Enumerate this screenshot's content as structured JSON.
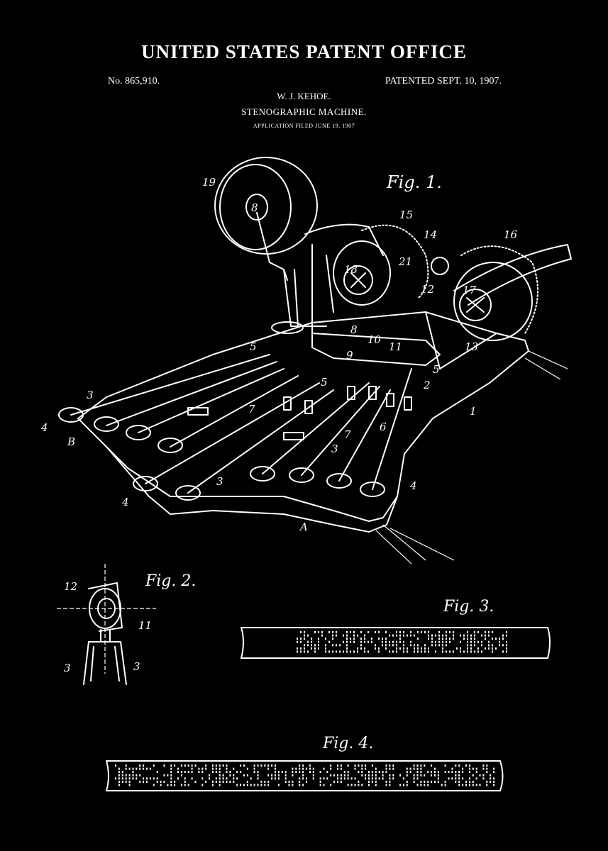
{
  "header": {
    "office": "UNITED STATES PATENT OFFICE",
    "patent_number": "No. 865,910.",
    "patented_date": "PATENTED SEPT. 10, 1907.",
    "inventor": "W. J. KEHOE.",
    "title": "STENOGRAPHIC MACHINE.",
    "filed": "APPLICATION FILED JUNE 19, 1907"
  },
  "figures": {
    "fig1": {
      "label": "Fig. 1."
    },
    "fig2": {
      "label": "Fig. 2."
    },
    "fig3": {
      "label": "Fig. 3."
    },
    "fig4": {
      "label": "Fig. 4."
    }
  },
  "reference_numerals": {
    "n19": "19",
    "n8a": "8",
    "n15": "15",
    "n14": "14",
    "n16": "16",
    "n18": "18",
    "n21": "21",
    "n17": "17",
    "n12": "12",
    "n8": "8",
    "n10": "10",
    "n11": "11",
    "n13": "13",
    "n5a": "5",
    "n9": "9",
    "n5b": "5",
    "n5c": "5",
    "n2": "2",
    "n3a": "3",
    "n4a": "4",
    "nB": "B",
    "n7a": "7",
    "n7b": "7",
    "n6": "6",
    "n1": "1",
    "n3b": "3",
    "n3c": "3",
    "n4b": "4",
    "n4c": "4",
    "nA": "A",
    "f2_12": "12",
    "f2_11": "11",
    "f2_3a": "3",
    "f2_3b": "3"
  }
}
